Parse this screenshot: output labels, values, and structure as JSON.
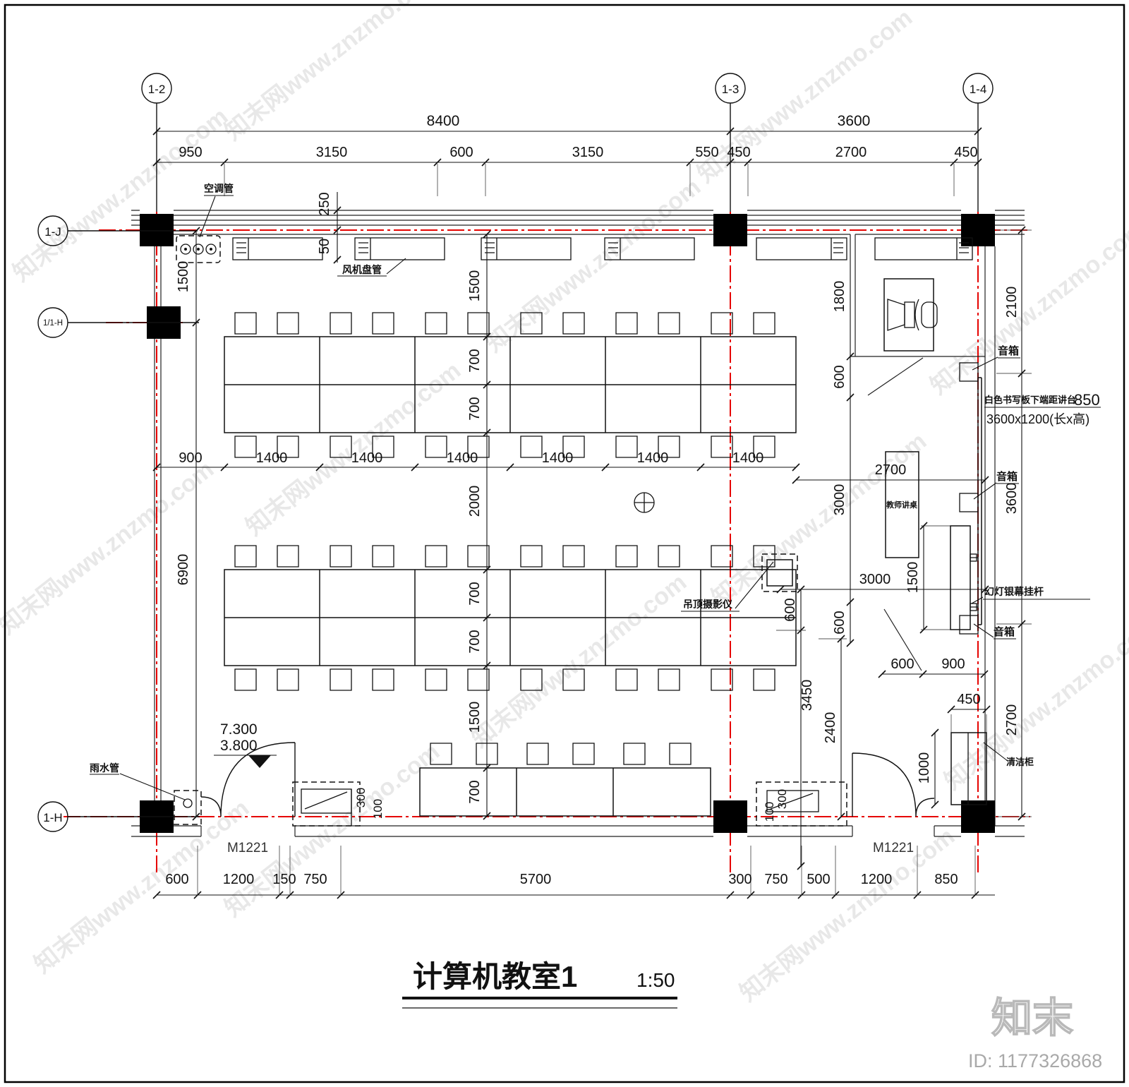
{
  "title": {
    "name": "计算机教室1",
    "scale": "1:50"
  },
  "brand": {
    "watermark": "知末网www.znzmo.com",
    "logo": "知末",
    "id_text": "ID: 1177326868"
  },
  "axes": {
    "t1": "1-2",
    "t2": "1-3",
    "t3": "1-4",
    "l1": "1-J",
    "l2": "1/1-H",
    "l3": "1-H"
  },
  "dims": {
    "top_overall": [
      "8400",
      "3600"
    ],
    "top_segs": [
      "950",
      "3150",
      "600",
      "3150",
      "550",
      "450",
      "2700",
      "450"
    ],
    "left_segs": [
      "1500",
      "6900"
    ],
    "wall_segs": [
      "250",
      "50"
    ],
    "center_chain": [
      "1500",
      "700",
      "700",
      "2000",
      "700",
      "700",
      "1500",
      "700"
    ],
    "desk_row": [
      "900",
      "1400",
      "1400",
      "1400",
      "1400",
      "1400",
      "1400"
    ],
    "teacher_chain": [
      "1800",
      "600",
      "3000",
      "600"
    ],
    "teacher_row": [
      "600",
      "900"
    ],
    "teacher_desk_width": "2700",
    "teacher_zone_width": "3000",
    "screen_height": "1500",
    "speaker_offset": "600",
    "aisle_3450": "3450",
    "door_zone_2400": "2400",
    "right_chain": [
      "2100",
      "3600",
      "2700"
    ],
    "cabinet_width": "450",
    "cabinet_height": "1000",
    "low_cabinet_left": [
      "300",
      "100"
    ],
    "low_cabinet_right": [
      "300",
      "100"
    ],
    "bottom_row": [
      "600",
      "1200",
      "150",
      "750",
      "5700",
      "300",
      "750",
      "500",
      "1200",
      "850"
    ],
    "levels": [
      "7.300",
      "3.800"
    ]
  },
  "labels": {
    "ac_pipe": "空调管",
    "fan_coil": "风机盘管",
    "rain_pipe": "雨水管",
    "speaker_1": "音箱",
    "speaker_2": "音箱",
    "speaker_3": "音箱",
    "whiteboard_note": "白色书写板下端距讲台",
    "whiteboard_note_value": "850",
    "whiteboard_size": "3600x1200(长x高)",
    "teacher_desk": "教师讲桌",
    "screen_rod": "幻灯银幕挂杆",
    "ceiling_projector": "吊顶摄影仪",
    "cleaning_cabinet": "清洁柜",
    "door_left": "M1221",
    "door_right": "M1221"
  }
}
